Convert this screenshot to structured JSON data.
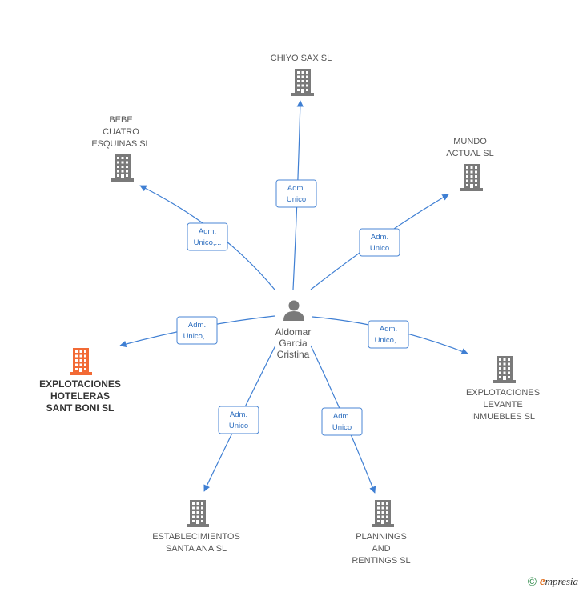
{
  "center": {
    "name_lines": [
      "Aldomar",
      "Garcia",
      "Cristina"
    ],
    "icon": "person-icon"
  },
  "companies": [
    {
      "id": "chiyo",
      "lines": [
        "CHIYO SAX  SL"
      ],
      "main": false
    },
    {
      "id": "bebe",
      "lines": [
        "BEBE",
        "CUATRO",
        "ESQUINAS  SL"
      ],
      "main": false
    },
    {
      "id": "mundo",
      "lines": [
        "MUNDO",
        "ACTUAL SL"
      ],
      "main": false
    },
    {
      "id": "sant-boni",
      "lines": [
        "EXPLOTACIONES",
        "HOTELERAS",
        "SANT BONI  SL"
      ],
      "main": true
    },
    {
      "id": "levante",
      "lines": [
        "EXPLOTACIONES",
        "LEVANTE",
        "INMUEBLES  SL"
      ],
      "main": false
    },
    {
      "id": "santa-ana",
      "lines": [
        "ESTABLECIMIENTOS",
        "SANTA ANA SL"
      ],
      "main": false
    },
    {
      "id": "plannings",
      "lines": [
        "PLANNINGS",
        "AND",
        "RENTINGS SL"
      ],
      "main": false
    }
  ],
  "relations": [
    {
      "to": "chiyo",
      "lines": [
        "Adm.",
        "Unico"
      ]
    },
    {
      "to": "bebe",
      "lines": [
        "Adm.",
        "Unico,..."
      ]
    },
    {
      "to": "mundo",
      "lines": [
        "Adm.",
        "Unico"
      ]
    },
    {
      "to": "sant-boni",
      "lines": [
        "Adm.",
        "Unico,..."
      ]
    },
    {
      "to": "levante",
      "lines": [
        "Adm.",
        "Unico,..."
      ]
    },
    {
      "to": "santa-ana",
      "lines": [
        "Adm.",
        "Unico"
      ]
    },
    {
      "to": "plannings",
      "lines": [
        "Adm.",
        "Unico"
      ]
    }
  ],
  "colors": {
    "edge": "#3f7fd3",
    "building": "#7a7a7a",
    "building_main": "#f26a35",
    "person": "#7a7a7a"
  },
  "watermark": {
    "symbol": "©",
    "brand_initial": "e",
    "brand_rest": "mpresia"
  }
}
